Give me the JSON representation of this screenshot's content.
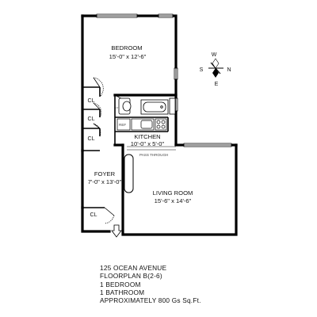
{
  "rooms": {
    "bedroom": {
      "name": "BEDROOM",
      "dims": "15'-0\" x 12'-6\""
    },
    "kitchen": {
      "name": "KITCHEN",
      "dims": "10'-0\" x 5'-0\""
    },
    "foyer": {
      "name": "FOYER",
      "dims": "7'-0\" x 13'-0\""
    },
    "living": {
      "name": "LIVING ROOM",
      "dims": "15'-6\" x 14'-6\""
    }
  },
  "closet_label": "CL",
  "fixture_labels": {
    "ref": "REF",
    "pass_through": "PASS THROUGH"
  },
  "compass": {
    "north": "N",
    "south": "S",
    "east": "E",
    "west": "W"
  },
  "info": {
    "address": "125 OCEAN AVENUE",
    "floorplan": "FLOORPLAN B(2-6)",
    "bedrooms": "1 BEDROOM",
    "bathrooms": "1 BATHROOM",
    "size": "APPROXIMATELY 800 Gs Sq.Ft."
  }
}
